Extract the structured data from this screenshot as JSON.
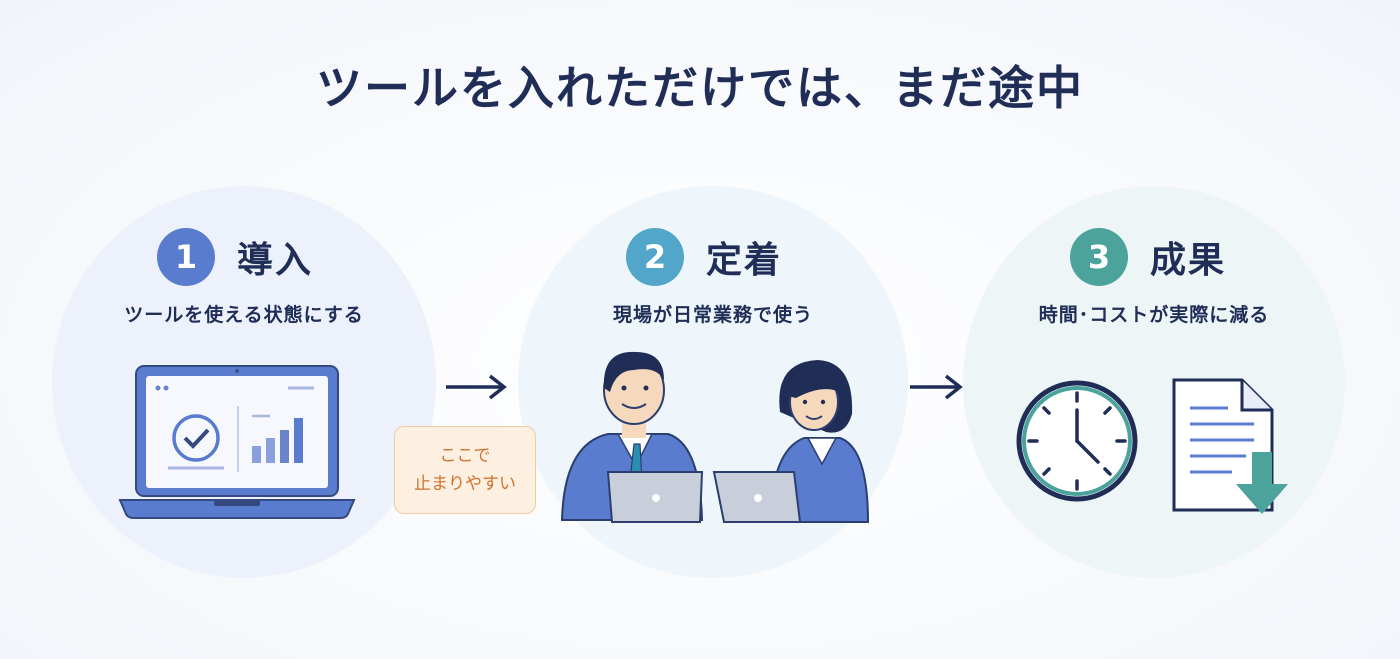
{
  "title": "ツールを入れただけでは、まだ途中",
  "steps": [
    {
      "num": "1",
      "label": "導入",
      "desc": "ツールを使える状態にする",
      "color": "#5a7ccf"
    },
    {
      "num": "2",
      "label": "定着",
      "desc": "現場が日常業務で使う",
      "color": "#52a6c9"
    },
    {
      "num": "3",
      "label": "成果",
      "desc": "時間･コストが実際に減る",
      "color": "#4ba39c"
    }
  ],
  "note": {
    "line1": "ここで",
    "line2": "止まりやすい"
  },
  "icons": [
    "laptop-dashboard-icon",
    "coworkers-with-laptops-icon",
    "clock-icon",
    "document-download-icon"
  ]
}
